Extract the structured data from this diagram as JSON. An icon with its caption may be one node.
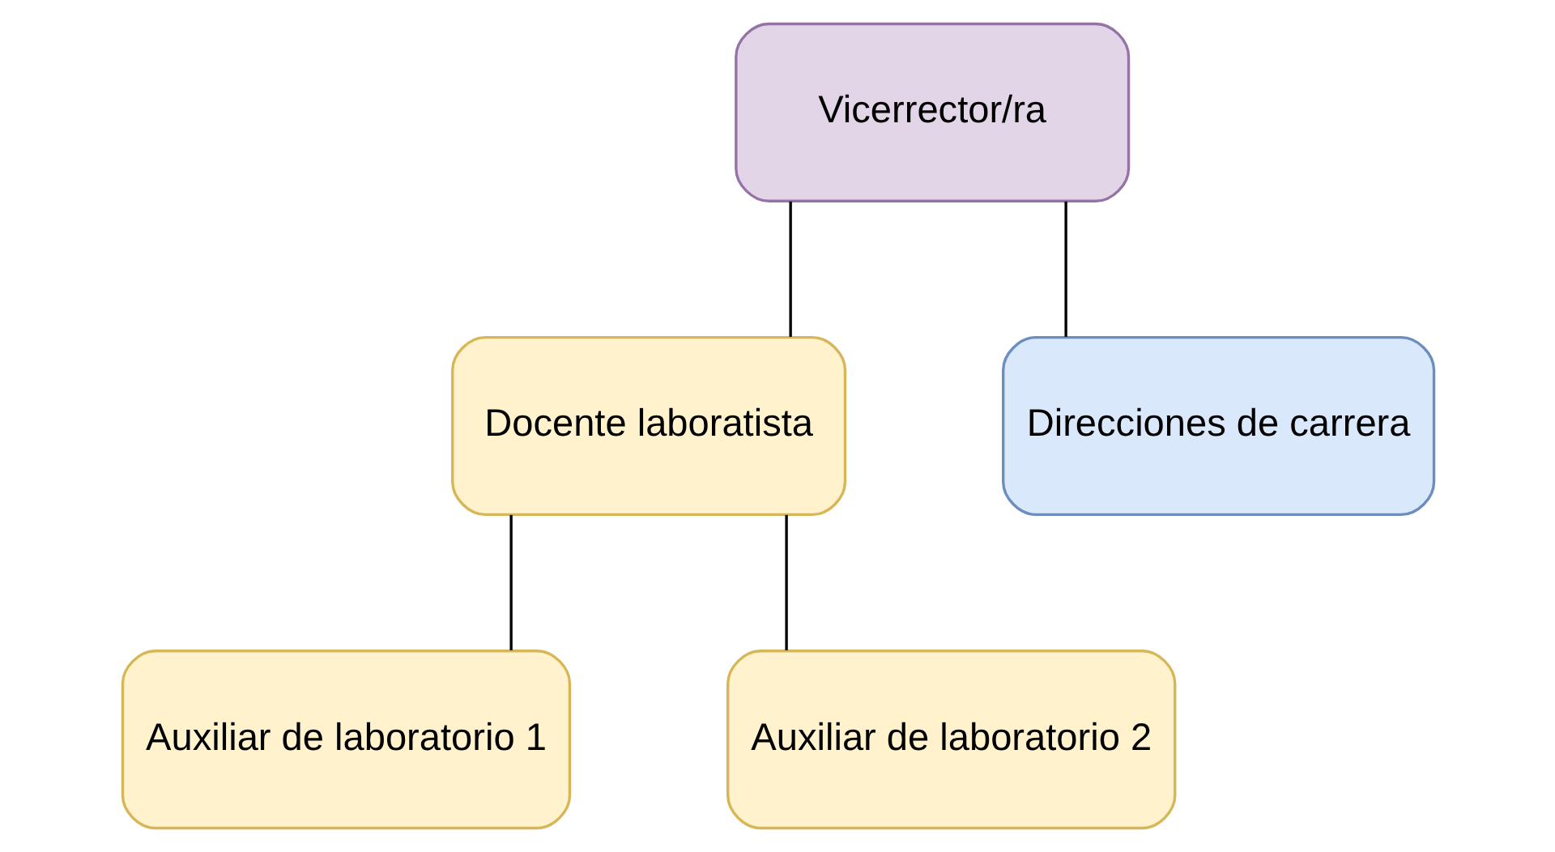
{
  "diagram": {
    "nodes": [
      {
        "text": [
          "Vicerrector/ra"
        ]
      },
      {
        "text": [
          "Docente laboratista"
        ]
      },
      {
        "text": [
          "Direcciones de carrera"
        ]
      },
      {
        "text": [
          "Auxiliar de laboratorio 1"
        ]
      },
      {
        "text": [
          "Auxiliar de laboratorio 2"
        ]
      }
    ],
    "edges": [
      {
        "from": 0,
        "to": 1,
        "arrow": "none"
      },
      {
        "from": 0,
        "to": 2,
        "arrow": "none"
      },
      {
        "from": 1,
        "to": 3,
        "arrow": "none"
      },
      {
        "from": 1,
        "to": 4,
        "arrow": "none"
      }
    ]
  }
}
